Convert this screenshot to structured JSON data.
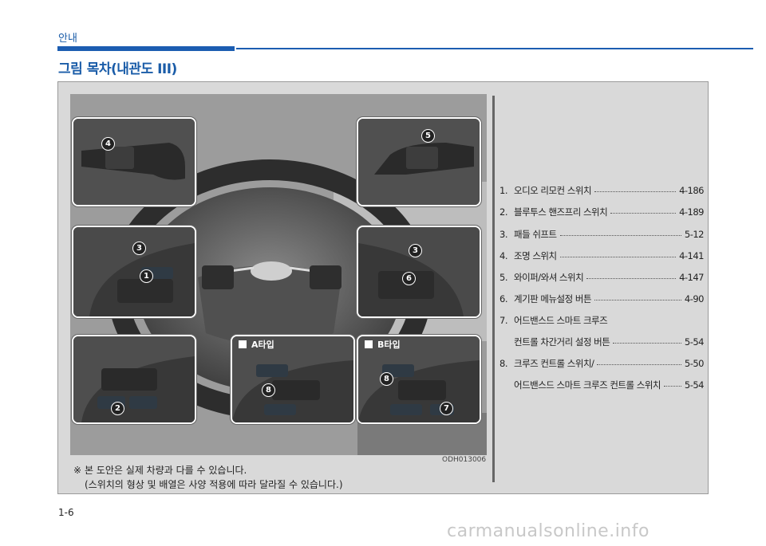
{
  "header": {
    "section_label": "안내",
    "page_title": "그림 목차(내관도 III)"
  },
  "figure": {
    "code": "ODH013006",
    "tags": {
      "type_a": "A타입",
      "type_b": "B타입"
    },
    "badges": [
      "4",
      "5",
      "3",
      "1",
      "3",
      "6",
      "2",
      "8",
      "8",
      "7"
    ]
  },
  "note": {
    "symbol": "※",
    "line1": "본 도안은 실제 차량과 다를 수 있습니다.",
    "line2": "(스위치의 형상 및 배열은 사양 적용에 따라 달라질 수 있습니다.)"
  },
  "list": [
    {
      "num": "1.",
      "text": "오디오 리모컨 스위치",
      "page": "4-186"
    },
    {
      "num": "2.",
      "text": "블루투스 핸즈프리 스위치",
      "page": "4-189"
    },
    {
      "num": "3.",
      "text": "패들 쉬프트",
      "page": "5-12"
    },
    {
      "num": "4.",
      "text": "조명 스위치",
      "page": "4-141"
    },
    {
      "num": "5.",
      "text": "와이퍼/와셔 스위치",
      "page": "4-147"
    },
    {
      "num": "6.",
      "text": "계기판 메뉴설정 버튼",
      "page": "4-90"
    },
    {
      "num": "7.",
      "text": "어드밴스드 스마트 크루즈",
      "page": ""
    },
    {
      "num": "",
      "text": "컨트롤 차간거리 설정 버튼",
      "page": "5-54"
    },
    {
      "num": "8.",
      "text": "크루즈 컨트롤 스위치/",
      "page": "5-50"
    },
    {
      "num": "",
      "text": "어드밴스드 스마트 크루즈 컨트롤 스위치",
      "page": "5-54"
    }
  ],
  "footer": {
    "page_number": "1-6",
    "watermark": "carmanualsonline.info"
  }
}
